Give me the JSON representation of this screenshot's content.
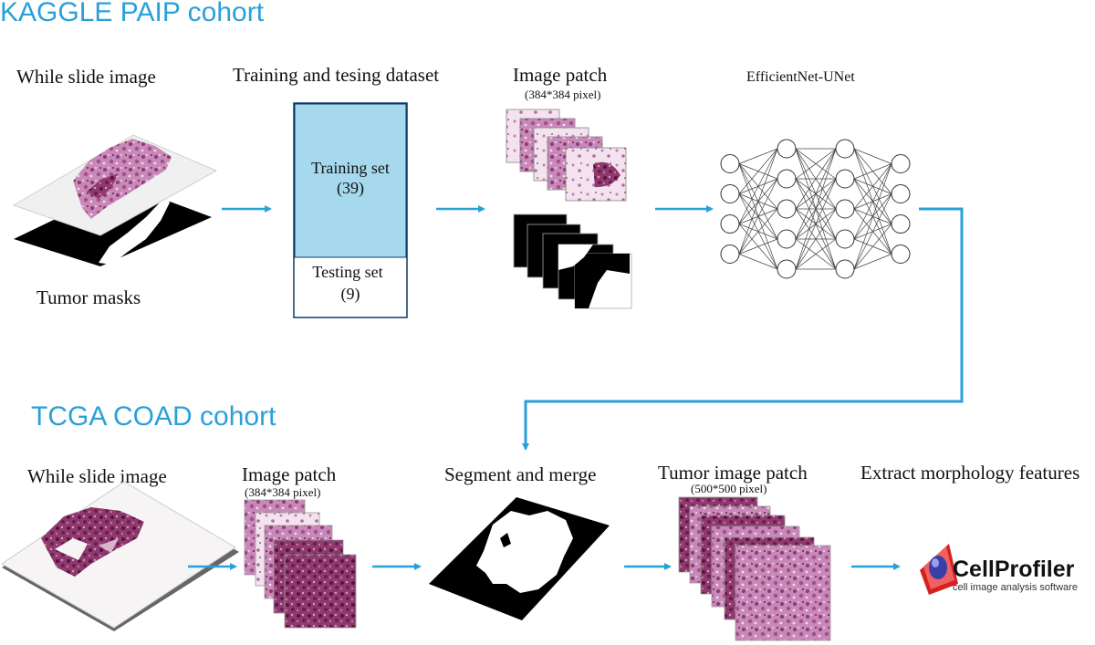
{
  "cohorts": {
    "kaggle": "KAGGLE PAIP cohort",
    "tcga": "TCGA COAD cohort"
  },
  "top": {
    "wsi_label": "While slide image",
    "masks_label": "Tumor masks",
    "dataset_label": "Training and tesing dataset",
    "training_set": "Training set",
    "training_count": "(39)",
    "testing_set": "Testing set",
    "testing_count": "(9)",
    "patch_label": "Image patch",
    "patch_size": "(384*384 pixel)",
    "network_label": "EfficientNet-UNet"
  },
  "bottom": {
    "wsi_label": "While slide image",
    "patch_label": "Image patch",
    "patch_size": "(384*384 pixel)",
    "segment_label": "Segment and merge",
    "tumor_patch_label": "Tumor image patch",
    "tumor_patch_size": "(500*500 pixel)",
    "extract_label": "Extract morphology features",
    "software_name": "CellProfiler",
    "software_sub": "cell image analysis software"
  },
  "colors": {
    "arrow": "#2aa0d8",
    "training_fill": "#a6d8ee",
    "he_stain": "#b0609e",
    "he_dark": "#6e1f4a"
  },
  "network": {
    "layers": [
      4,
      5,
      5,
      4
    ]
  }
}
